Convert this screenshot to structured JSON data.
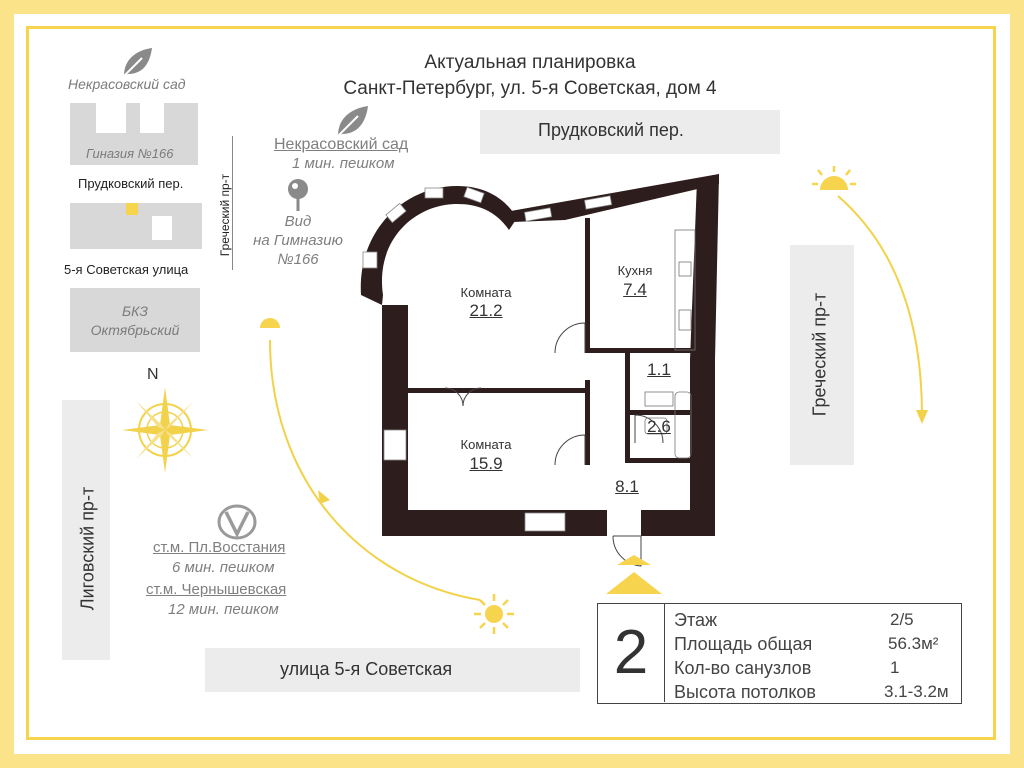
{
  "title": {
    "line1": "Актуальная планировка",
    "line2": "Санкт-Петербург, ул. 5-я Советская, дом 4"
  },
  "streets": {
    "top": "Прудковский пер.",
    "right": "Греческий пр-т",
    "bottom": "улица 5-я Советская",
    "left": "Лиговский пр-т"
  },
  "mini_map": {
    "garden_label": "Некрасовский сад",
    "school_label": "Гиназия №166",
    "street1": "Прудковский пер.",
    "street2": "5-я Советская улица",
    "concert_hall_line1": "БКЗ",
    "concert_hall_line2": "Октябрьский",
    "vertical_street": "Греческий пр-т"
  },
  "annotations": {
    "garden_title": "Некрасовский сад",
    "garden_walk": "1 мин. пешком",
    "view_line1": "Вид",
    "view_line2": "на Гимназию",
    "view_line3": "№166",
    "metro1": "ст.м. Пл.Восстания",
    "metro1_walk": "6 мин. пешком",
    "metro2": "ст.м. Чернышевская",
    "metro2_walk": "12 мин. пешком",
    "compass_n": "N"
  },
  "rooms": [
    {
      "label": "Комната",
      "area": "21.2"
    },
    {
      "label": "Кухня",
      "area": "7.4"
    },
    {
      "label": "",
      "area": "1.1"
    },
    {
      "label": "",
      "area": "2.6"
    },
    {
      "label": "Комната",
      "area": "15.9"
    },
    {
      "label": "",
      "area": "8.1"
    }
  ],
  "info": {
    "rooms_count": "2",
    "floor_label": "Этаж",
    "floor_value": "2/5",
    "area_label": "Площадь общая",
    "area_value": "56.3м²",
    "bath_label": "Кол-во санузлов",
    "bath_value": "1",
    "height_label": "Высота потолков",
    "height_value": "3.1-3.2м"
  },
  "colors": {
    "border_yellow": "#fbe38a",
    "accent_yellow": "#f6d44d",
    "wall": "#2e1d1d",
    "street_gray": "#ececec"
  }
}
